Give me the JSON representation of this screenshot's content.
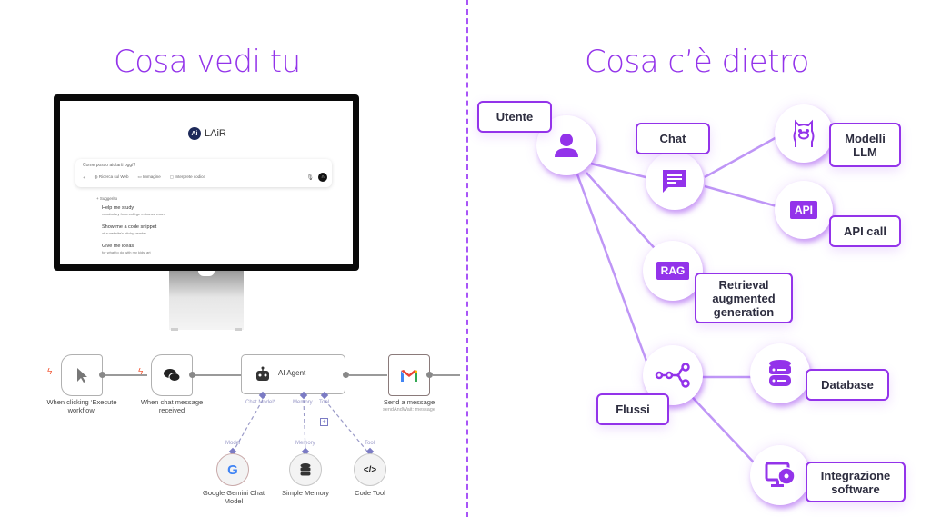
{
  "titles": {
    "left": "Cosa vedi tu",
    "right": "Cosa c’è dietro"
  },
  "lair": {
    "logo_text": "Ai",
    "brand": "LAiR",
    "prompt_placeholder": "Come posso aiutarti oggi?",
    "tools": [
      "+",
      "Ricerca sul Web",
      "Immagine",
      "Interprete codice"
    ],
    "suggestions_label": "Suggerito",
    "suggestions": [
      {
        "title": "Help me study",
        "subtitle": "vocabulary for a college entrance exam"
      },
      {
        "title": "Show me a code snippet",
        "subtitle": "of a website's sticky header"
      },
      {
        "title": "Give me ideas",
        "subtitle": "for what to do with my kids' art"
      }
    ]
  },
  "workflow": {
    "nodes": [
      {
        "label": "When clicking ‘Execute workflow’",
        "icon": "cursor-icon"
      },
      {
        "label": "When chat message received",
        "icon": "chat-bubbles-icon"
      },
      {
        "label": "AI Agent",
        "icon": "robot-icon"
      },
      {
        "label": "Send a message",
        "sub": "sendAndWait: message",
        "icon": "gmail-icon"
      }
    ],
    "ports": [
      "Chat Model*",
      "Memory",
      "Tool"
    ],
    "sub_nodes": [
      {
        "port": "Model",
        "label": "Google Gemini Chat Model",
        "icon": "google-icon"
      },
      {
        "port": "Memory",
        "label": "Simple Memory",
        "icon": "database-icon"
      },
      {
        "port": "Tool",
        "label": "Code Tool",
        "icon": "code-icon"
      }
    ]
  },
  "diagram": {
    "accent": "#9333ea",
    "nodes": {
      "utente": "Utente",
      "chat": "Chat",
      "modelli": "Modelli LLM",
      "api": "API call",
      "api_tag": "API",
      "rag": "Retrieval augmented generation",
      "rag_tag": "RAG",
      "flussi": "Flussi",
      "database": "Database",
      "integrazione": "Integrazione software"
    }
  }
}
